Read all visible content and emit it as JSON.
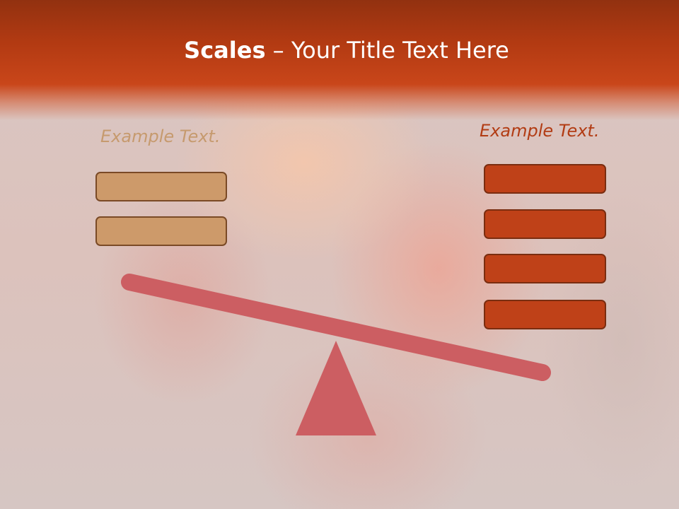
{
  "slide": {
    "title_bold": "Scales",
    "title_rest": " – Your Title Text Here"
  },
  "left_side": {
    "label": "Example Text.",
    "box_count": 2,
    "box_color": "#cd9a6a"
  },
  "right_side": {
    "label": "Example Text.",
    "box_count": 4,
    "box_color": "#bf4118"
  },
  "scale": {
    "beam_color": "#cc5e62",
    "fulcrum_color": "#cc5e62",
    "tilt": "heavier-right"
  }
}
